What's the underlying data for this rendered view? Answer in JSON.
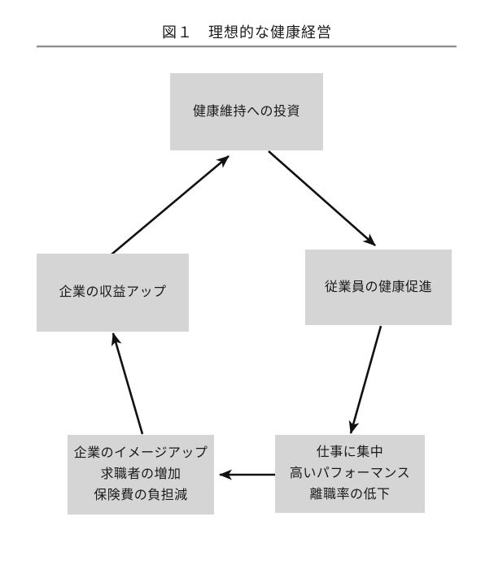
{
  "figure": {
    "title": "図１　理想的な健康経営"
  },
  "diagram": {
    "nodes": [
      {
        "id": "investment",
        "lines": [
          "健康維持への投資"
        ]
      },
      {
        "id": "employee-health",
        "lines": [
          "従業員の健康促進"
        ]
      },
      {
        "id": "performance",
        "lines": [
          "仕事に集中",
          "高いパフォーマンス",
          "離職率の低下"
        ]
      },
      {
        "id": "company-image",
        "lines": [
          "企業のイメージアップ",
          "求職者の増加",
          "保険費の負担減"
        ]
      },
      {
        "id": "profit",
        "lines": [
          "企業の収益アップ"
        ]
      }
    ],
    "arrows": [
      {
        "from": "健康維持への投資",
        "to": "従業員の健康促進"
      },
      {
        "from": "従業員の健康促進",
        "to": "仕事に集中・高いパフォーマンス・離職率の低下"
      },
      {
        "from": "仕事に集中・高いパフォーマンス・離職率の低下",
        "to": "企業のイメージアップ・求職者の増加・保険費の負担減"
      },
      {
        "from": "企業のイメージアップ・求職者の増加・保険費の負担減",
        "to": "企業の収益アップ"
      },
      {
        "from": "企業の収益アップ",
        "to": "健康維持への投資"
      }
    ],
    "colors": {
      "node_fill": "#d5d5d5",
      "arrow": "#111111",
      "rule": "#8f8f8f",
      "text": "#1a1a1a"
    }
  }
}
